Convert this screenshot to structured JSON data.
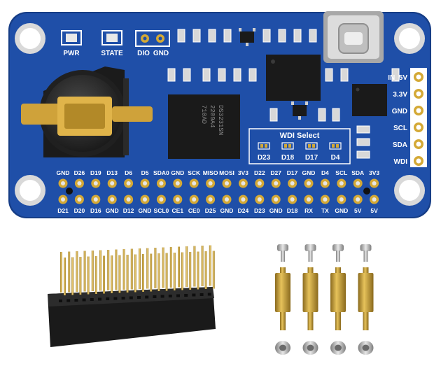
{
  "colors": {
    "board": "#1f4fa8",
    "board_edge": "#163d86",
    "silkscreen": "#ffffff",
    "ic": "#1a1a1a",
    "gold": "#d4a936",
    "pad": "#c9c9c9",
    "brass": "#c9a23c",
    "steel": "#b9b9b9"
  },
  "board": {
    "leds": {
      "pwr": "PWR",
      "state": "STATE",
      "dio": "DIO",
      "gnd": "GND"
    },
    "rtc_chip": {
      "line1": "DS3231SN",
      "line2": "2209A4",
      "line3": "710AD"
    },
    "wdi": {
      "title": "WDI Select",
      "options": [
        "D23",
        "D18",
        "D17",
        "D4"
      ]
    },
    "side_pins": [
      "IN_5V",
      "3.3V",
      "GND",
      "SCL",
      "SDA",
      "WDI"
    ],
    "header_top": [
      "GND",
      "D26",
      "D19",
      "D13",
      "D6",
      "D5",
      "SDA0",
      "GND",
      "SCK",
      "MISO",
      "MOSI",
      "3V3",
      "D22",
      "D27",
      "D17",
      "GND",
      "D4",
      "SCL",
      "SDA",
      "3V3"
    ],
    "header_bottom": [
      "D21",
      "D20",
      "D16",
      "GND",
      "D12",
      "GND",
      "SCL0",
      "CE1",
      "CE0",
      "D25",
      "GND",
      "D24",
      "D23",
      "GND",
      "D18",
      "RX",
      "TX",
      "GND",
      "5V",
      "5V"
    ]
  },
  "accessories": {
    "header_pins": 20,
    "standoffs": 4
  }
}
